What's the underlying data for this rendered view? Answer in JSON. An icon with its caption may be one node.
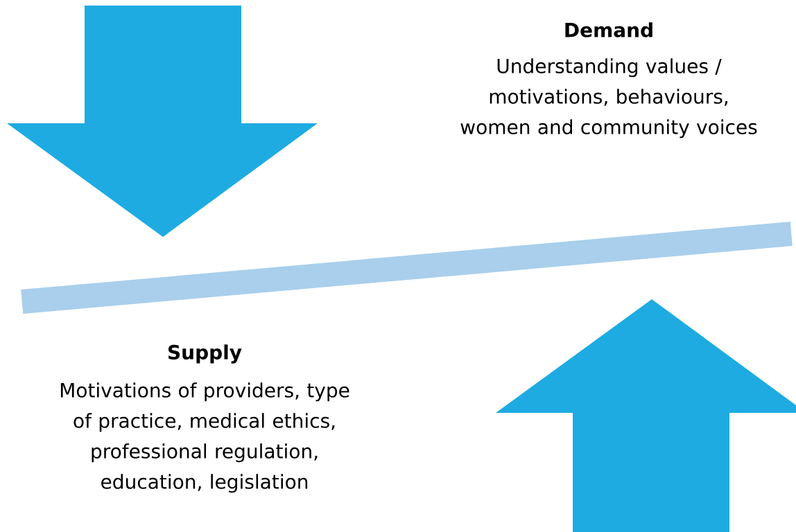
{
  "diagram": {
    "nodes": [
      {
        "text": [],
        "shape": "bar"
      }
    ],
    "labels": [
      "Demand",
      "Understanding values / motivations, behaviours, women and community voices",
      "Supply",
      "Motivations of providers, type of practice, medical ethics, professional regulation, education, legislation"
    ]
  }
}
